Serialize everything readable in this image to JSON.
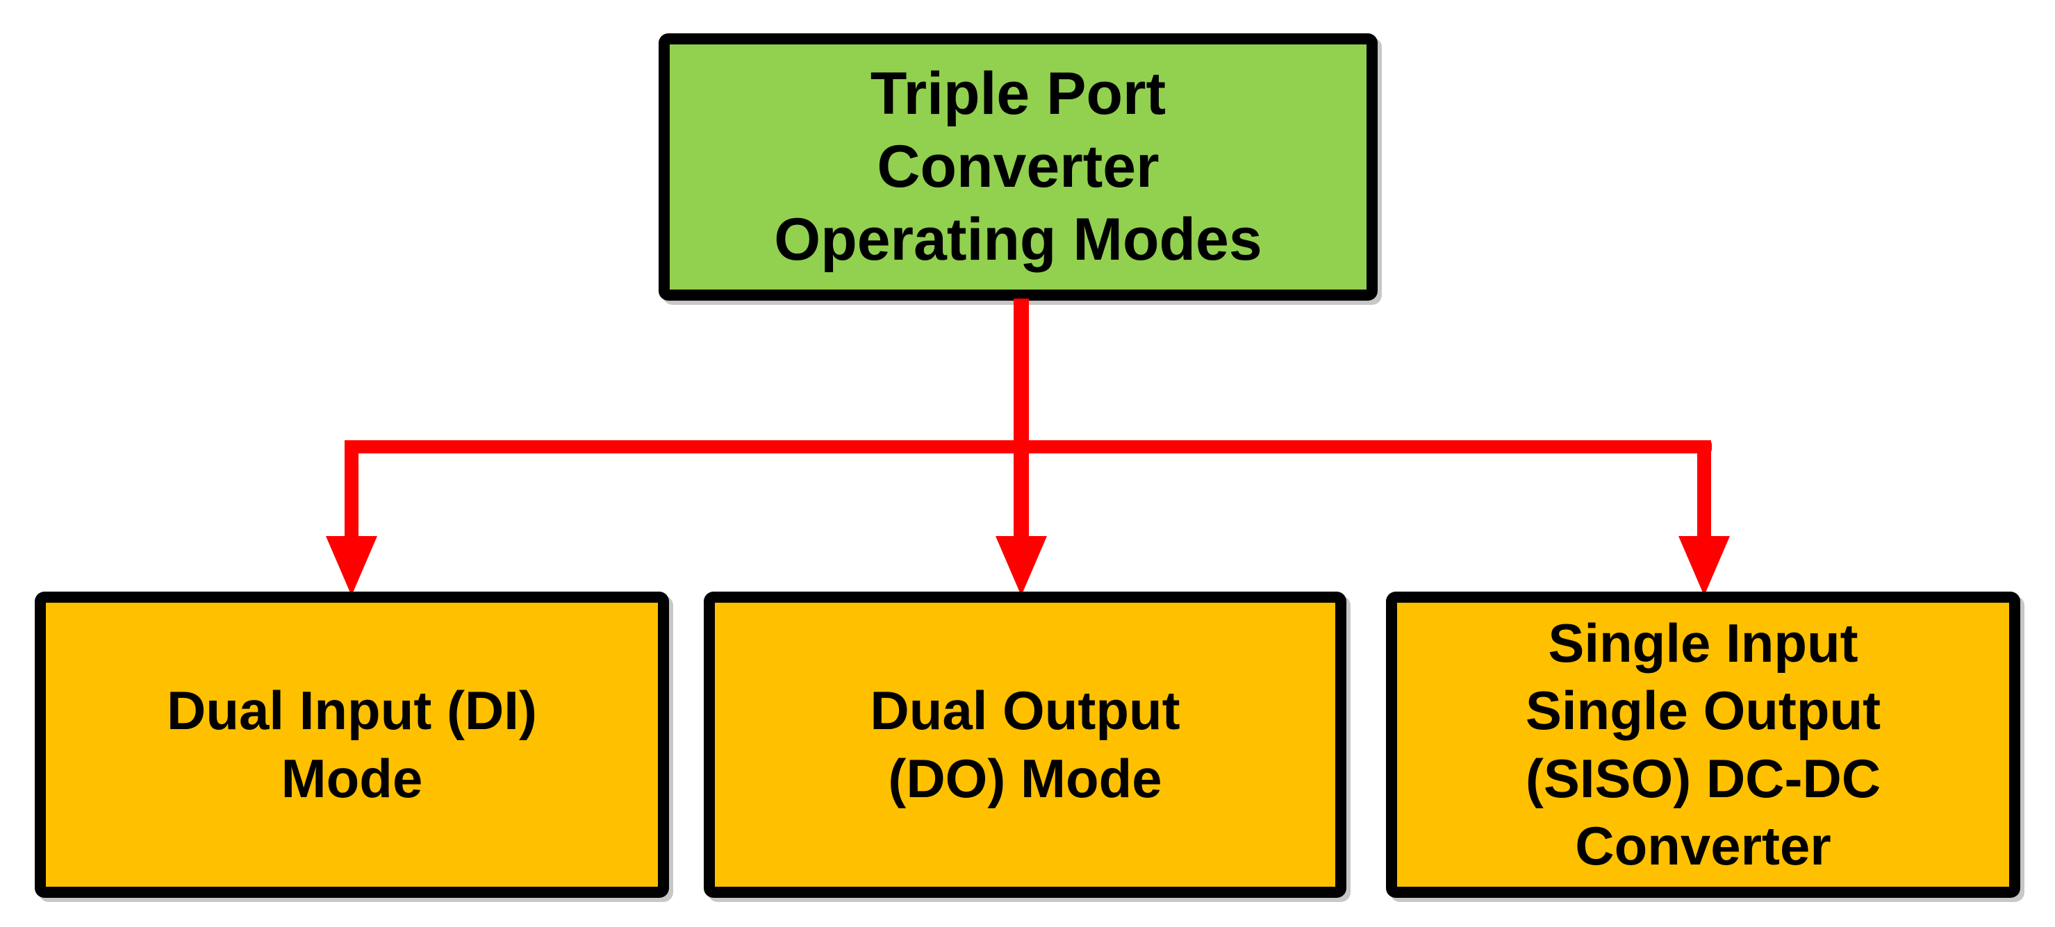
{
  "colors": {
    "root_fill": "#92D050",
    "child_fill": "#FFC000",
    "connector": "#FF0000",
    "border": "#000000",
    "background": "#FFFFFF"
  },
  "diagram": {
    "root": {
      "label": "Triple Port\nConverter\nOperating Modes"
    },
    "children": [
      {
        "label": "Dual Input (DI)\nMode"
      },
      {
        "label": "Dual Output\n(DO) Mode"
      },
      {
        "label": "Single Input\nSingle Output\n(SISO) DC-DC\nConverter"
      }
    ]
  }
}
